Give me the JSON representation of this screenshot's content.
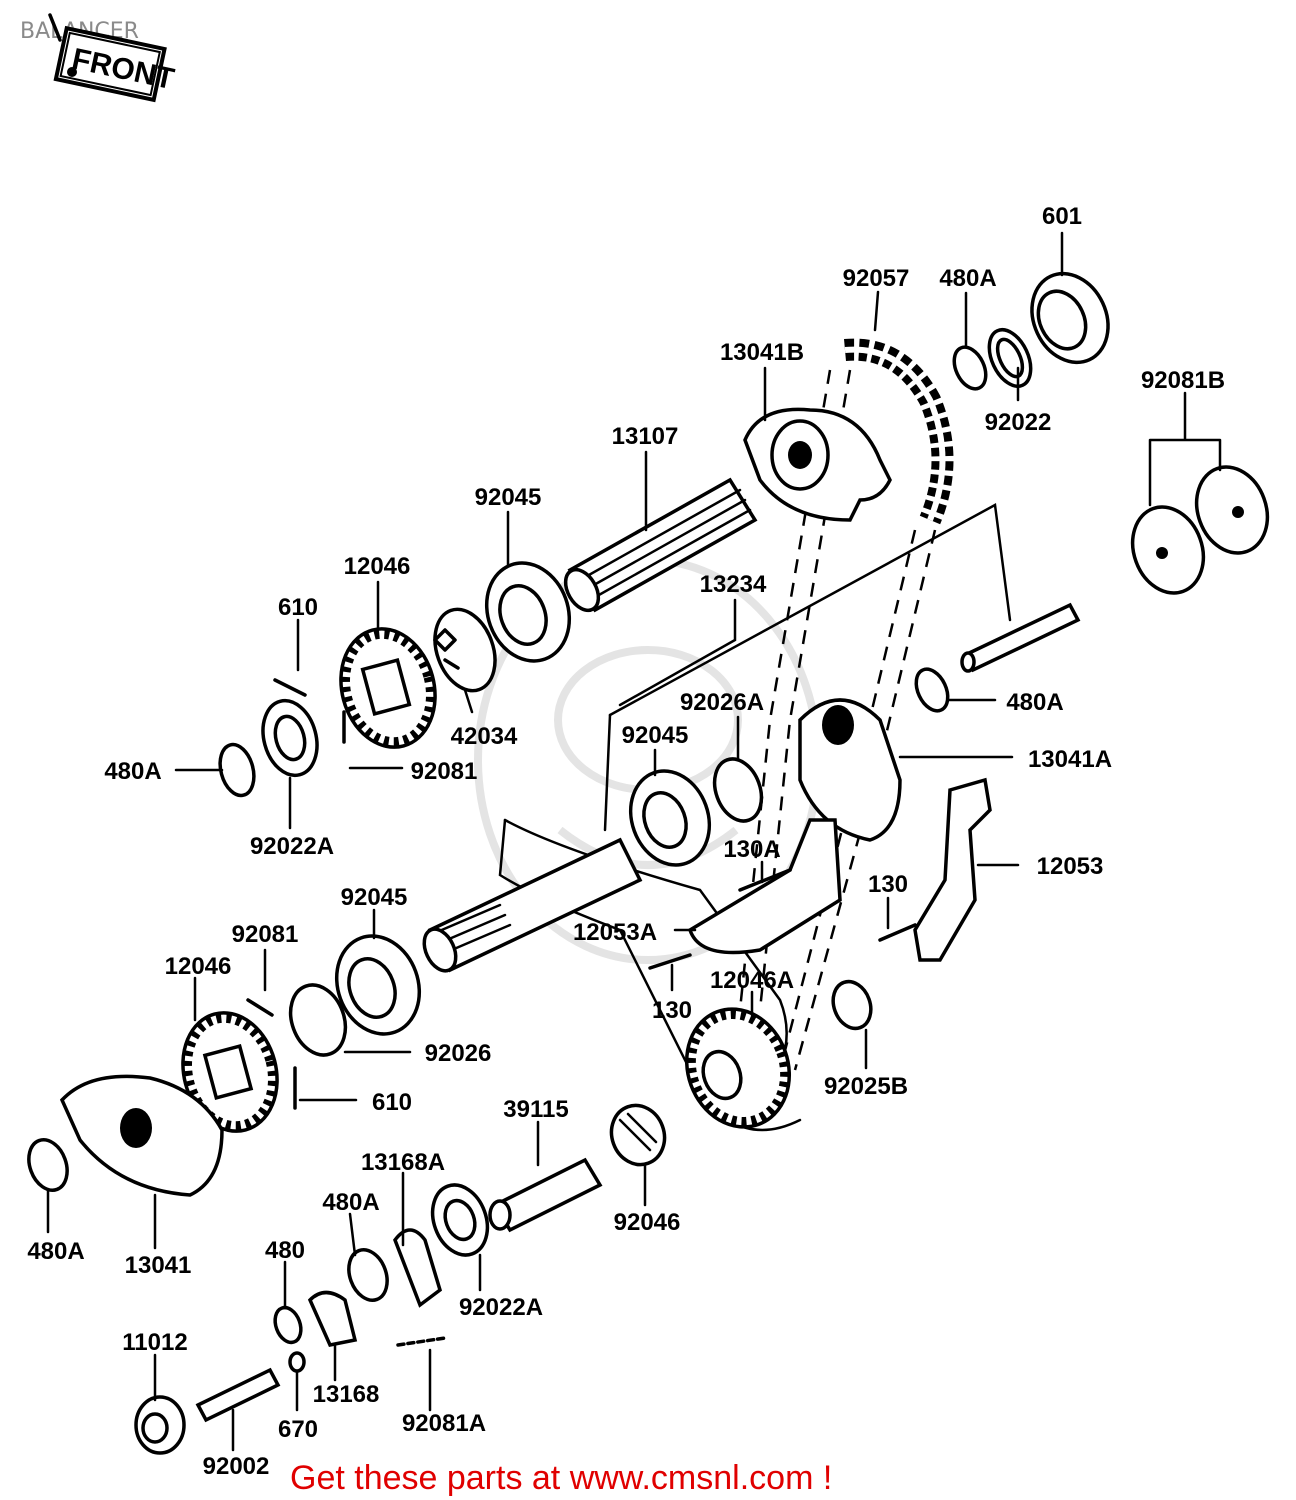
{
  "page": {
    "title": "BALANCER",
    "banner": "Get these parts at www.cmsnl.com !"
  },
  "stamp": {
    "text": "FRONT"
  },
  "labels": [
    {
      "id": "l01",
      "text": "601"
    },
    {
      "id": "l02",
      "text": "92057"
    },
    {
      "id": "l03",
      "text": "480A"
    },
    {
      "id": "l04",
      "text": "13041B"
    },
    {
      "id": "l05",
      "text": "92022"
    },
    {
      "id": "l06",
      "text": "92081B"
    },
    {
      "id": "l07",
      "text": "13107"
    },
    {
      "id": "l08",
      "text": "92045"
    },
    {
      "id": "l09",
      "text": "13234"
    },
    {
      "id": "l10",
      "text": "12046"
    },
    {
      "id": "l11",
      "text": "610"
    },
    {
      "id": "l12",
      "text": "480A"
    },
    {
      "id": "l13",
      "text": "92026A"
    },
    {
      "id": "l14",
      "text": "42034"
    },
    {
      "id": "l15",
      "text": "92045"
    },
    {
      "id": "l16",
      "text": "480A"
    },
    {
      "id": "l17",
      "text": "92081"
    },
    {
      "id": "l18",
      "text": "13041A"
    },
    {
      "id": "l19",
      "text": "92022A"
    },
    {
      "id": "l20",
      "text": "130A"
    },
    {
      "id": "l21",
      "text": "12053"
    },
    {
      "id": "l22",
      "text": "92045"
    },
    {
      "id": "l23",
      "text": "130"
    },
    {
      "id": "l24",
      "text": "92081"
    },
    {
      "id": "l25",
      "text": "12053A"
    },
    {
      "id": "l26",
      "text": "12046"
    },
    {
      "id": "l27",
      "text": "12046A"
    },
    {
      "id": "l28",
      "text": "130"
    },
    {
      "id": "l29",
      "text": "92026"
    },
    {
      "id": "l30",
      "text": "92025B"
    },
    {
      "id": "l31",
      "text": "610"
    },
    {
      "id": "l32",
      "text": "39115"
    },
    {
      "id": "l33",
      "text": "13168A"
    },
    {
      "id": "l34",
      "text": "92046"
    },
    {
      "id": "l35",
      "text": "480A"
    },
    {
      "id": "l36",
      "text": "480A"
    },
    {
      "id": "l37",
      "text": "13041"
    },
    {
      "id": "l38",
      "text": "480"
    },
    {
      "id": "l39",
      "text": "92022A"
    },
    {
      "id": "l40",
      "text": "11012"
    },
    {
      "id": "l41",
      "text": "13168"
    },
    {
      "id": "l42",
      "text": "670"
    },
    {
      "id": "l43",
      "text": "92081A"
    },
    {
      "id": "l44",
      "text": "92002"
    }
  ]
}
